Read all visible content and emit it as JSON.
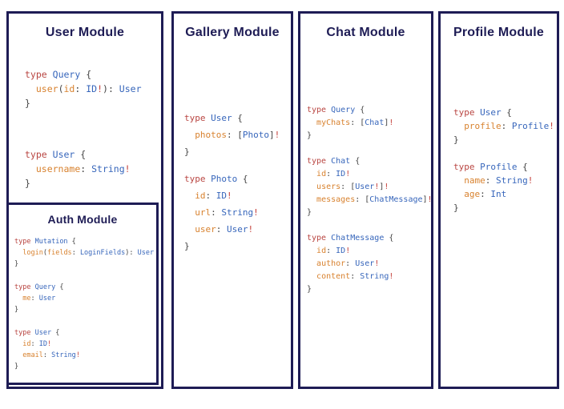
{
  "colors": {
    "navy": "#1e1c55",
    "background": "#ffffff",
    "code_keyword": "#b94642",
    "code_type": "#3766bb",
    "code_field": "#d8822f",
    "code_punctuation": "#444444",
    "code_bang": "#c5423c"
  },
  "modules": {
    "user": {
      "title": "User Module",
      "blocks": [
        [
          [
            [
              "kw",
              "type"
            ],
            [
              "pn",
              " "
            ],
            [
              "ty",
              "Query"
            ],
            [
              "pn",
              " {"
            ]
          ],
          [
            [
              "pn",
              "  "
            ],
            [
              "fld",
              "user"
            ],
            [
              "pn",
              "("
            ],
            [
              "fld",
              "id"
            ],
            [
              "pn",
              ": "
            ],
            [
              "ty",
              "ID"
            ],
            [
              "ex",
              "!"
            ],
            [
              "pn",
              "): "
            ],
            [
              "ty",
              "User"
            ]
          ],
          [
            [
              "pn",
              "}"
            ]
          ]
        ],
        [
          [
            [
              "kw",
              "type"
            ],
            [
              "pn",
              " "
            ],
            [
              "ty",
              "User"
            ],
            [
              "pn",
              " {"
            ]
          ],
          [
            [
              "pn",
              "  "
            ],
            [
              "fld",
              "username"
            ],
            [
              "pn",
              ": "
            ],
            [
              "ty",
              "String"
            ],
            [
              "ex",
              "!"
            ]
          ],
          [
            [
              "pn",
              "}"
            ]
          ]
        ]
      ]
    },
    "auth": {
      "title": "Auth Module",
      "blocks": [
        [
          [
            [
              "kw",
              "type"
            ],
            [
              "pn",
              " "
            ],
            [
              "ty",
              "Mutation"
            ],
            [
              "pn",
              " {"
            ]
          ],
          [
            [
              "pn",
              "  "
            ],
            [
              "fld",
              "login"
            ],
            [
              "pn",
              "("
            ],
            [
              "fld",
              "fields"
            ],
            [
              "pn",
              ": "
            ],
            [
              "ty",
              "LoginFields"
            ],
            [
              "pn",
              "): "
            ],
            [
              "ty",
              "User"
            ]
          ],
          [
            [
              "pn",
              "}"
            ]
          ]
        ],
        [
          [
            [
              "kw",
              "type"
            ],
            [
              "pn",
              " "
            ],
            [
              "ty",
              "Query"
            ],
            [
              "pn",
              " {"
            ]
          ],
          [
            [
              "pn",
              "  "
            ],
            [
              "fld",
              "me"
            ],
            [
              "pn",
              ": "
            ],
            [
              "ty",
              "User"
            ]
          ],
          [
            [
              "pn",
              "}"
            ]
          ]
        ],
        [
          [
            [
              "kw",
              "type"
            ],
            [
              "pn",
              " "
            ],
            [
              "ty",
              "User"
            ],
            [
              "pn",
              " {"
            ]
          ],
          [
            [
              "pn",
              "  "
            ],
            [
              "fld",
              "id"
            ],
            [
              "pn",
              ": "
            ],
            [
              "ty",
              "ID"
            ],
            [
              "ex",
              "!"
            ]
          ],
          [
            [
              "pn",
              "  "
            ],
            [
              "fld",
              "email"
            ],
            [
              "pn",
              ": "
            ],
            [
              "ty",
              "String"
            ],
            [
              "ex",
              "!"
            ]
          ],
          [
            [
              "pn",
              "}"
            ]
          ]
        ]
      ]
    },
    "gallery": {
      "title": "Gallery Module",
      "blocks": [
        [
          [
            [
              "kw",
              "type"
            ],
            [
              "pn",
              " "
            ],
            [
              "ty",
              "User"
            ],
            [
              "pn",
              " {"
            ]
          ],
          [
            [
              "pn",
              "  "
            ],
            [
              "fld",
              "photos"
            ],
            [
              "pn",
              ": ["
            ],
            [
              "ty",
              "Photo"
            ],
            [
              "pn",
              "]"
            ],
            [
              "ex",
              "!"
            ]
          ],
          [
            [
              "pn",
              "}"
            ]
          ]
        ],
        [
          [
            [
              "kw",
              "type"
            ],
            [
              "pn",
              " "
            ],
            [
              "ty",
              "Photo"
            ],
            [
              "pn",
              " {"
            ]
          ],
          [
            [
              "pn",
              "  "
            ],
            [
              "fld",
              "id"
            ],
            [
              "pn",
              ": "
            ],
            [
              "ty",
              "ID"
            ],
            [
              "ex",
              "!"
            ]
          ],
          [
            [
              "pn",
              "  "
            ],
            [
              "fld",
              "url"
            ],
            [
              "pn",
              ": "
            ],
            [
              "ty",
              "String"
            ],
            [
              "ex",
              "!"
            ]
          ],
          [
            [
              "pn",
              "  "
            ],
            [
              "fld",
              "user"
            ],
            [
              "pn",
              ": "
            ],
            [
              "ty",
              "User"
            ],
            [
              "ex",
              "!"
            ]
          ],
          [
            [
              "pn",
              "}"
            ]
          ]
        ]
      ]
    },
    "chat": {
      "title": "Chat Module",
      "blocks": [
        [
          [
            [
              "kw",
              "type"
            ],
            [
              "pn",
              " "
            ],
            [
              "ty",
              "Query"
            ],
            [
              "pn",
              " {"
            ]
          ],
          [
            [
              "pn",
              "  "
            ],
            [
              "fld",
              "myChats"
            ],
            [
              "pn",
              ": ["
            ],
            [
              "ty",
              "Chat"
            ],
            [
              "pn",
              "]"
            ],
            [
              "ex",
              "!"
            ]
          ],
          [
            [
              "pn",
              "}"
            ]
          ]
        ],
        [
          [
            [
              "kw",
              "type"
            ],
            [
              "pn",
              " "
            ],
            [
              "ty",
              "Chat"
            ],
            [
              "pn",
              " {"
            ]
          ],
          [
            [
              "pn",
              "  "
            ],
            [
              "fld",
              "id"
            ],
            [
              "pn",
              ": "
            ],
            [
              "ty",
              "ID"
            ],
            [
              "ex",
              "!"
            ]
          ],
          [
            [
              "pn",
              "  "
            ],
            [
              "fld",
              "users"
            ],
            [
              "pn",
              ": ["
            ],
            [
              "ty",
              "User"
            ],
            [
              "ex",
              "!"
            ],
            [
              "pn",
              "]"
            ],
            [
              "ex",
              "!"
            ]
          ],
          [
            [
              "pn",
              "  "
            ],
            [
              "fld",
              "messages"
            ],
            [
              "pn",
              ": ["
            ],
            [
              "ty",
              "ChatMessage"
            ],
            [
              "pn",
              "]"
            ],
            [
              "ex",
              "!"
            ]
          ],
          [
            [
              "pn",
              "}"
            ]
          ]
        ],
        [
          [
            [
              "kw",
              "type"
            ],
            [
              "pn",
              " "
            ],
            [
              "ty",
              "ChatMessage"
            ],
            [
              "pn",
              " {"
            ]
          ],
          [
            [
              "pn",
              "  "
            ],
            [
              "fld",
              "id"
            ],
            [
              "pn",
              ": "
            ],
            [
              "ty",
              "ID"
            ],
            [
              "ex",
              "!"
            ]
          ],
          [
            [
              "pn",
              "  "
            ],
            [
              "fld",
              "author"
            ],
            [
              "pn",
              ": "
            ],
            [
              "ty",
              "User"
            ],
            [
              "ex",
              "!"
            ]
          ],
          [
            [
              "pn",
              "  "
            ],
            [
              "fld",
              "content"
            ],
            [
              "pn",
              ": "
            ],
            [
              "ty",
              "String"
            ],
            [
              "ex",
              "!"
            ]
          ],
          [
            [
              "pn",
              "}"
            ]
          ]
        ]
      ]
    },
    "profile": {
      "title": "Profile Module",
      "blocks": [
        [
          [
            [
              "kw",
              "type"
            ],
            [
              "pn",
              " "
            ],
            [
              "ty",
              "User"
            ],
            [
              "pn",
              " {"
            ]
          ],
          [
            [
              "pn",
              "  "
            ],
            [
              "fld",
              "profile"
            ],
            [
              "pn",
              ": "
            ],
            [
              "ty",
              "Profile"
            ],
            [
              "ex",
              "!"
            ]
          ],
          [
            [
              "pn",
              "}"
            ]
          ]
        ],
        [
          [
            [
              "kw",
              "type"
            ],
            [
              "pn",
              " "
            ],
            [
              "ty",
              "Profile"
            ],
            [
              "pn",
              " {"
            ]
          ],
          [
            [
              "pn",
              "  "
            ],
            [
              "fld",
              "name"
            ],
            [
              "pn",
              ": "
            ],
            [
              "ty",
              "String"
            ],
            [
              "ex",
              "!"
            ]
          ],
          [
            [
              "pn",
              "  "
            ],
            [
              "fld",
              "age"
            ],
            [
              "pn",
              ": "
            ],
            [
              "ty",
              "Int"
            ]
          ],
          [
            [
              "pn",
              "}"
            ]
          ]
        ]
      ]
    }
  }
}
